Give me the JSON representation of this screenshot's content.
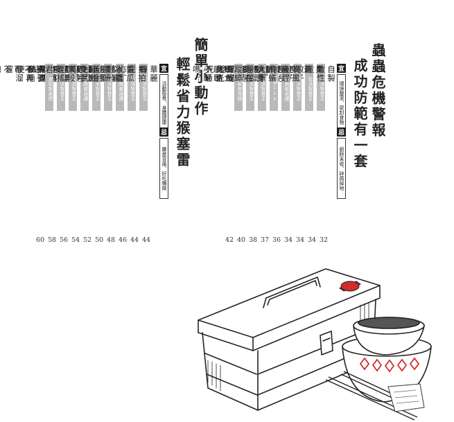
{
  "right_section": {
    "title_line1": "蟲蟲危機警報",
    "title_line2": "成功防範有一套",
    "yi_label": "宜",
    "yi_text": "環境整潔、密封食物",
    "ji_label": "忌",
    "ji_text": "廚餘未收、碎屑掉地",
    "entries": [
      {
        "label": "生活智慧王",
        "text": "自製敵性盆，蚊子絕子更絕孫",
        "page": "32"
      },
      {
        "label": "生活智慧王",
        "text": "果蠅不敢杯中物",
        "page": "34"
      },
      {
        "label": "生活智慧王",
        "text": "蒼蠅緊握給成空",
        "page": "34"
      },
      {
        "label": "媽媽都說讚",
        "text": "吹風機趕胡蠅，阿嬤試過真滿意",
        "page": "34"
      },
      {
        "label": "步驟123",
        "text": "讓你蚤不到",
        "page": "36"
      },
      {
        "label": "生活智慧王",
        "text": "飛蟻大軍入侵，見光死光光",
        "page": "37"
      },
      {
        "label": "生活智慧王",
        "text": "爽身粉擋路，螞蟻此路不通",
        "page": "38"
      },
      {
        "label": "大家來找碴",
        "text": "遛在蹤蟑螂大眼瞪小眼嗎？",
        "page": "40"
      }
    ],
    "extra_page": "42"
  },
  "left_section": {
    "title_line1": "簡單小動作",
    "title_line2": "輕鬆省力猴塞雷",
    "yi_label": "宜",
    "yi_text": "活動筋骨、身體健康",
    "ji_label": "忌",
    "ji_text": "腰痠背痛、好吃懶做",
    "entries": [
      {
        "label": "生活智慧王",
        "text": "華麗轉身，布丁落盤好輕鬆",
        "page": "44"
      },
      {
        "label": "生活智慧王",
        "text": "拍拍屁股，罐頭就乖乖聽話",
        "page": "44"
      },
      {
        "label": "媽媽都說讚",
        "text": "醬瓜就醬開，輕鬆省力笑呵呵",
        "page": "46"
      },
      {
        "label": "生活智慧王",
        "text": "冰箱凍一凍，絲襪束冷愈堅強",
        "page": "48"
      },
      {
        "label": "生活智慧王",
        "text": "腰頭黃金比例，試穿再也不求人",
        "page": "50"
      },
      {
        "label": "媽媽都說讚",
        "text": "逛街免試穿，男女不再擺臭臉",
        "page": "52"
      },
      {
        "label": "生活智慧王",
        "text": "雙手萬能，這樣煮飯真簡便",
        "page": "54"
      },
      {
        "label": "生活智慧王",
        "text": "來段輕搖滾，橘子不再酸溜溜",
        "page": "56"
      },
      {
        "label": "迷信對家問",
        "text": "飲君子不可不知解酒事",
        "page": "58"
      }
    ],
    "extra_page": "60"
  }
}
